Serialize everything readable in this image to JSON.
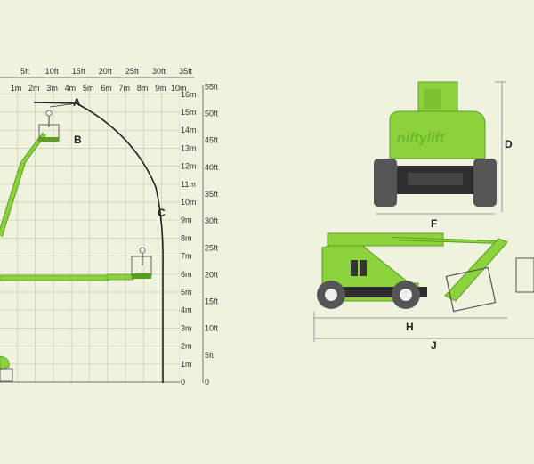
{
  "reach_diagram": {
    "ft_top": [
      "5ft",
      "10ft",
      "15ft",
      "20ft",
      "25ft",
      "30ft",
      "35ft"
    ],
    "m_top": [
      "1m",
      "2m",
      "3m",
      "4m",
      "5m",
      "6m",
      "7m",
      "8m",
      "9m",
      "10m"
    ],
    "m_right": [
      "16m",
      "15m",
      "14m",
      "13m",
      "12m",
      "11m",
      "10m",
      "9m",
      "8m",
      "7m",
      "6m",
      "5m",
      "4m",
      "3m",
      "2m",
      "1m",
      "0"
    ],
    "ft_right": [
      "55ft",
      "50ft",
      "45ft",
      "40ft",
      "35ft",
      "30ft",
      "25ft",
      "20ft",
      "15ft",
      "10ft",
      "5ft",
      "0"
    ],
    "labels": {
      "a": "A",
      "b": "B",
      "c": "C"
    }
  },
  "dimension_views": {
    "labels": {
      "d": "D",
      "f": "F",
      "h": "H",
      "j": "J"
    },
    "brand": "niftylift",
    "colors": {
      "machine": "#8cd23c",
      "machine_dark": "#5aa01e",
      "tyre": "#555555",
      "chassis": "#2f2f2f"
    }
  }
}
